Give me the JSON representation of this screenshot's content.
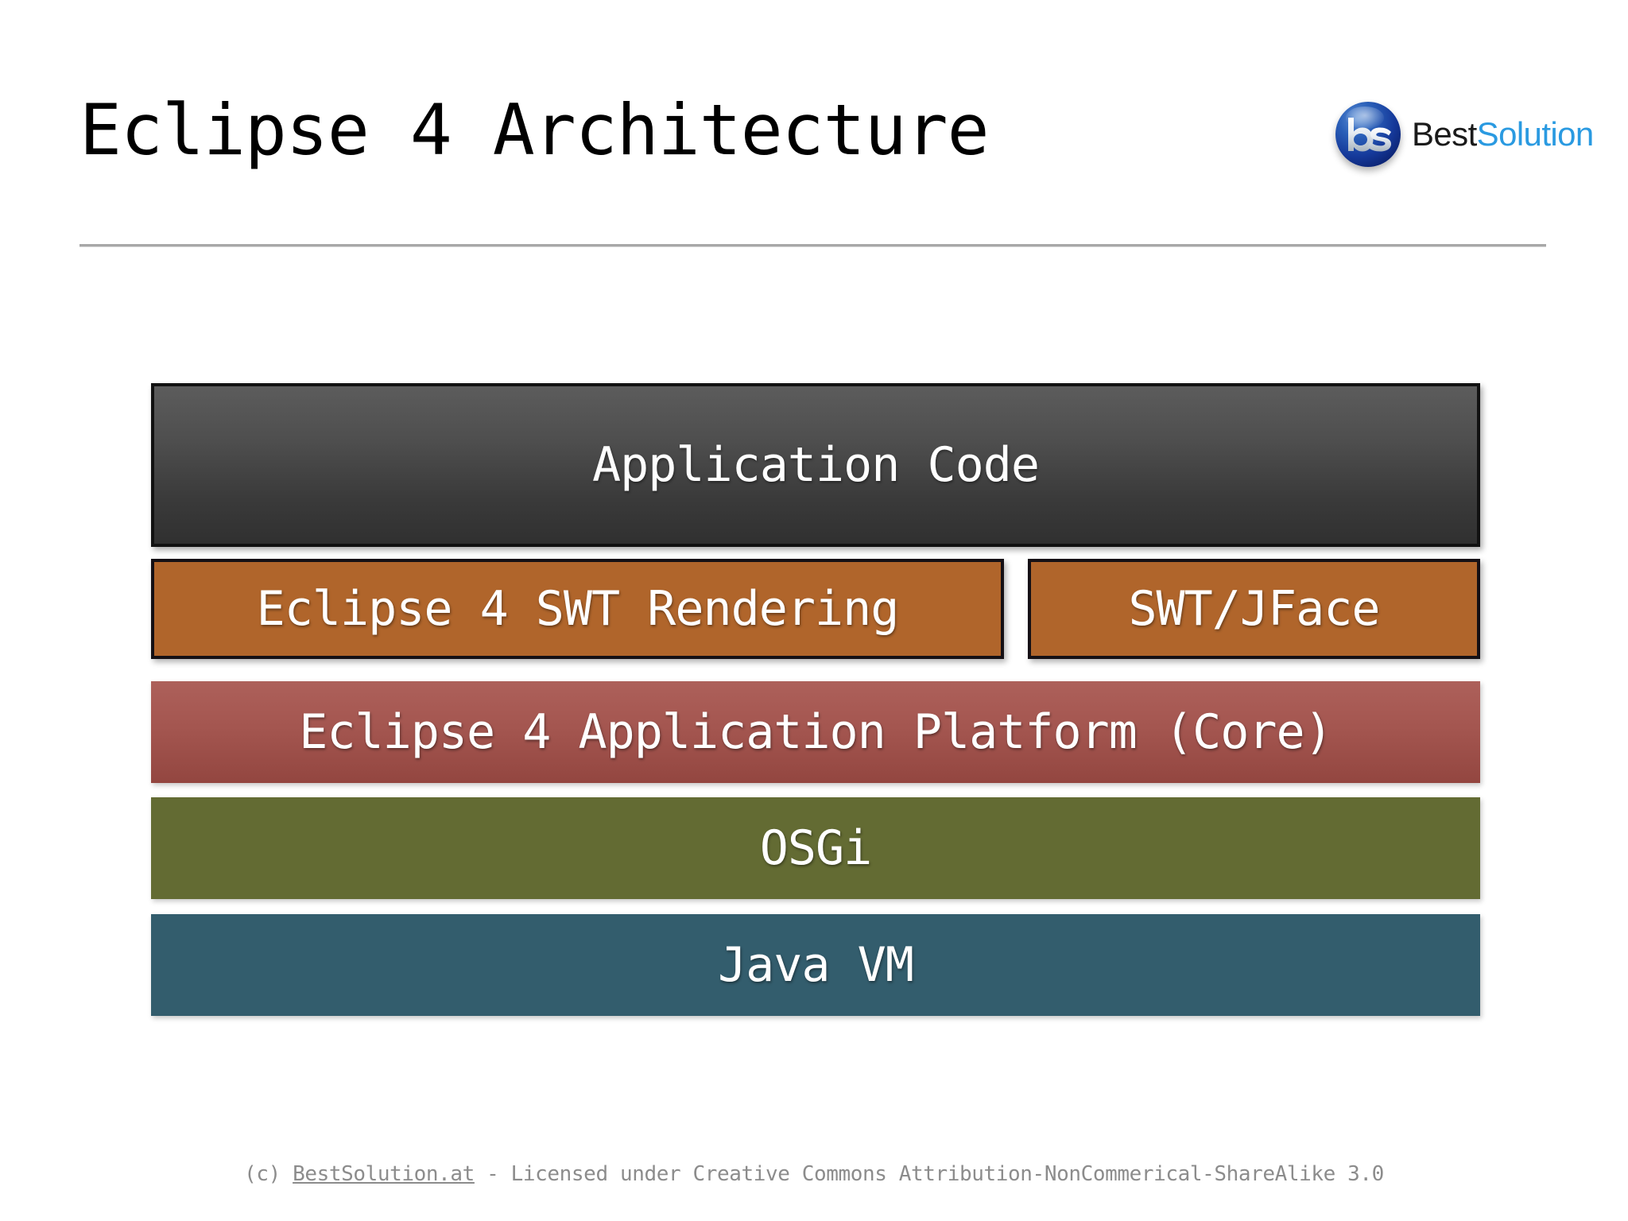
{
  "slide": {
    "title": "Eclipse 4 Architecture",
    "background_color": "#ffffff",
    "rule_color": "#a8a8a8"
  },
  "logo": {
    "mark_text": "bs",
    "word_primary": "Best",
    "word_secondary": "Solution",
    "sphere_color": "#15399a",
    "primary_color": "#1a1a1a",
    "secondary_color": "#2a9ae1"
  },
  "chart_data": {
    "type": "diagram",
    "title": "Eclipse 4 Architecture",
    "description": "Layered software stack diagram, bottom-to-top runtime layers",
    "layers": [
      {
        "label": "Application Code",
        "level": 5,
        "color": "#3a3a3a",
        "text_color": "#ffffff",
        "span": "full",
        "bordered": true
      },
      {
        "label": "Eclipse 4 SWT Rendering",
        "level": 4,
        "color": "#b0652b",
        "text_color": "#ffffff",
        "span": "left-64",
        "bordered": true
      },
      {
        "label": "SWT/JFace",
        "level": 4,
        "color": "#b0652b",
        "text_color": "#ffffff",
        "span": "right-34",
        "bordered": true
      },
      {
        "label": "Eclipse 4 Application Platform (Core)",
        "level": 3,
        "color": "#a45650",
        "text_color": "#ffffff",
        "span": "full",
        "bordered": false
      },
      {
        "label": "OSGi",
        "level": 2,
        "color": "#636b33",
        "text_color": "#ffffff",
        "span": "full",
        "bordered": false
      },
      {
        "label": "Java VM",
        "level": 1,
        "color": "#335d6d",
        "text_color": "#ffffff",
        "span": "full",
        "bordered": false
      }
    ]
  },
  "footer": {
    "prefix": "(c) ",
    "link_text": "BestSolution.at",
    "suffix": " - Licensed under Creative Commons Attribution-NonCommerical-ShareAlike 3.0"
  }
}
